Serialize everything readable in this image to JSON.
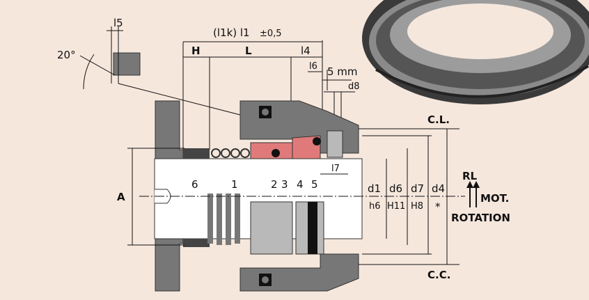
{
  "labels": {
    "l5": "l5",
    "angle": "20°",
    "overall_length": "(l1k) l1",
    "tolerance": "±0,5",
    "H": "H",
    "L": "L",
    "l4": "l4",
    "l6": "l6",
    "gap": "5 mm",
    "d8": "d8",
    "l7": "l7",
    "A": "A",
    "CL": "C.L.",
    "CC": "C.C.",
    "RL": "RL",
    "MOT": "MOT.",
    "ROTATION": "ROTATION",
    "d1": "d1",
    "h6": "h6",
    "d6": "d6",
    "H11": "H11",
    "d7": "d7",
    "H8": "H8",
    "d4": "d4",
    "star": "*",
    "parts": [
      "6",
      "1",
      "2",
      "3",
      "4",
      "5"
    ]
  },
  "colors": {
    "background": "#f6e7dd",
    "face_pink": "#e07a7a",
    "housing": "#777777",
    "steel": "#b9b9b9"
  }
}
